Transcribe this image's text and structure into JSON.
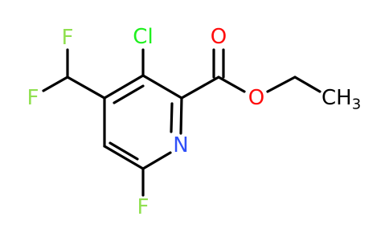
{
  "molecule": {
    "atoms": {
      "F_top": "F",
      "F_left": "F",
      "Cl": "Cl",
      "O_carbonyl": "O",
      "O_ester": "O",
      "N": "N",
      "F_ring": "F",
      "CH3_main": "CH",
      "CH3_sub": "3"
    }
  },
  "colors": {
    "F": "#90E050",
    "Cl": "#1FF01F",
    "O": "#FF0D0D",
    "N": "#3050F8",
    "C": "#000000",
    "bond": "#000000"
  }
}
